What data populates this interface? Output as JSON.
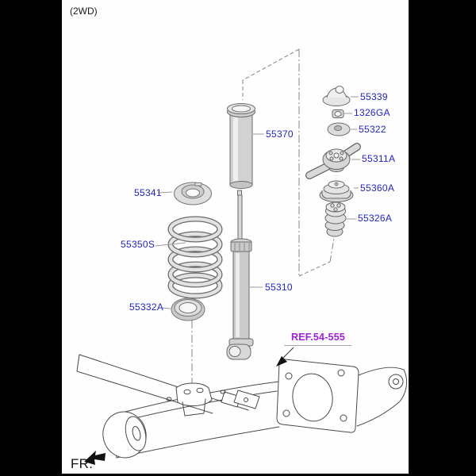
{
  "diagram": {
    "variant": "(2WD)",
    "direction": "FR.",
    "reference": "REF.54-555",
    "callouts": {
      "dust_cover": "55370",
      "upper_spring_pad": "55341",
      "coil_spring": "55350S",
      "lower_spring_pad": "55332A",
      "shock_absorber": "55310",
      "insulator_cap": "55339",
      "lock_nut": "1326GA",
      "washer": "55322",
      "shock_insulator": "55311A",
      "insulator_cup": "55360A",
      "bumper_stopper": "55326A"
    },
    "colors": {
      "callout_text": "#2323CD",
      "reference_text": "#A21FE0",
      "paper": "#FEFEFE",
      "backdrop": "#000000",
      "line_art": "#555555",
      "leader_line": "#999999"
    }
  }
}
